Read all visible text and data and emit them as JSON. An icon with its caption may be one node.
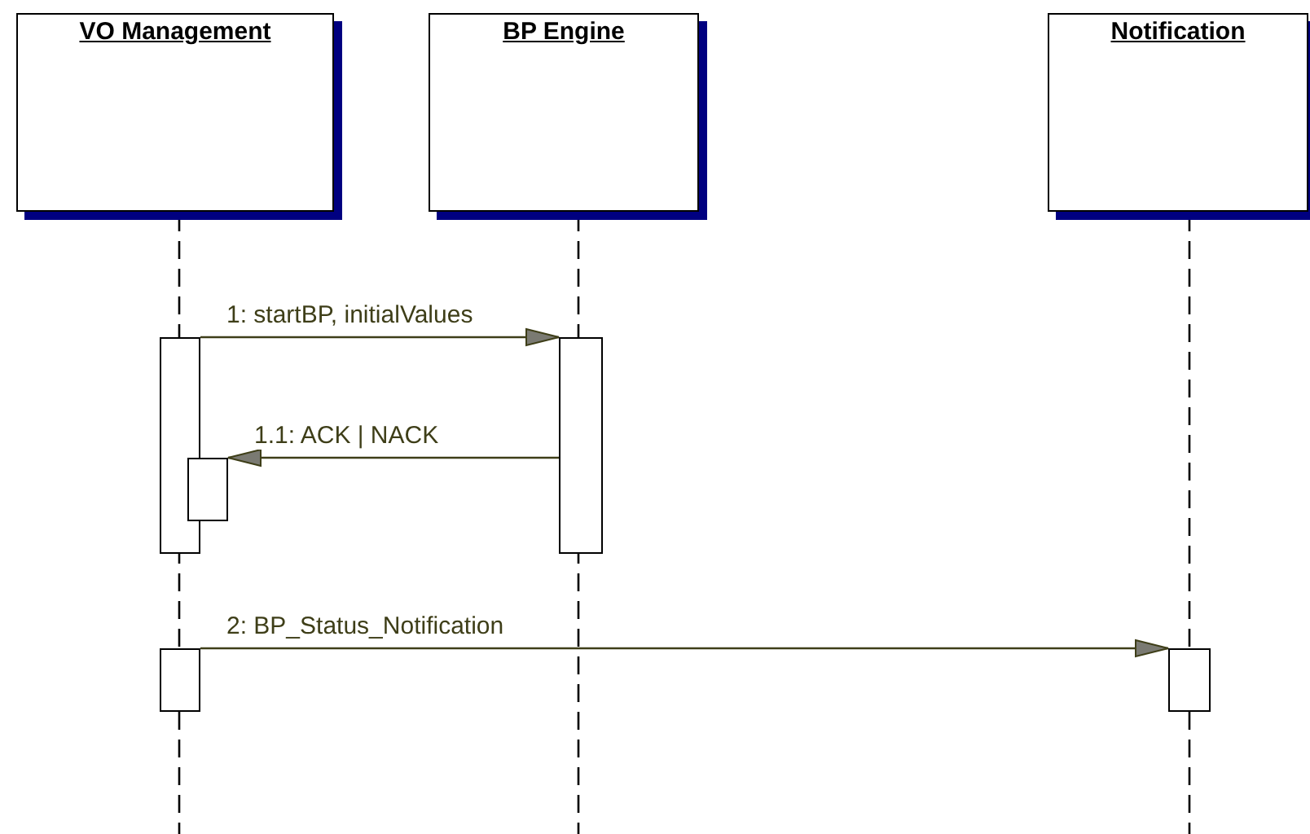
{
  "diagram": {
    "nodes": [
      {
        "text": [
          "VO Management"
        ]
      },
      {
        "text": [
          "BP Engine"
        ]
      },
      {
        "text": [
          "Notification"
        ]
      },
      {
        "text": [],
        "shape": "bar"
      },
      {
        "text": [],
        "shape": "bar"
      },
      {
        "text": [],
        "shape": "bar"
      },
      {
        "text": [],
        "shape": "bar"
      },
      {
        "text": [],
        "shape": "bar"
      }
    ],
    "edges": [
      {
        "from": 3,
        "to": 4,
        "arrow": "to",
        "label": "1: startBP, initialValues"
      },
      {
        "from": 4,
        "to": 5,
        "arrow": "to",
        "label": "1.1: ACK | NACK"
      },
      {
        "from": 6,
        "to": 7,
        "arrow": "to",
        "label": "2: BP_Status_Notification"
      }
    ]
  }
}
